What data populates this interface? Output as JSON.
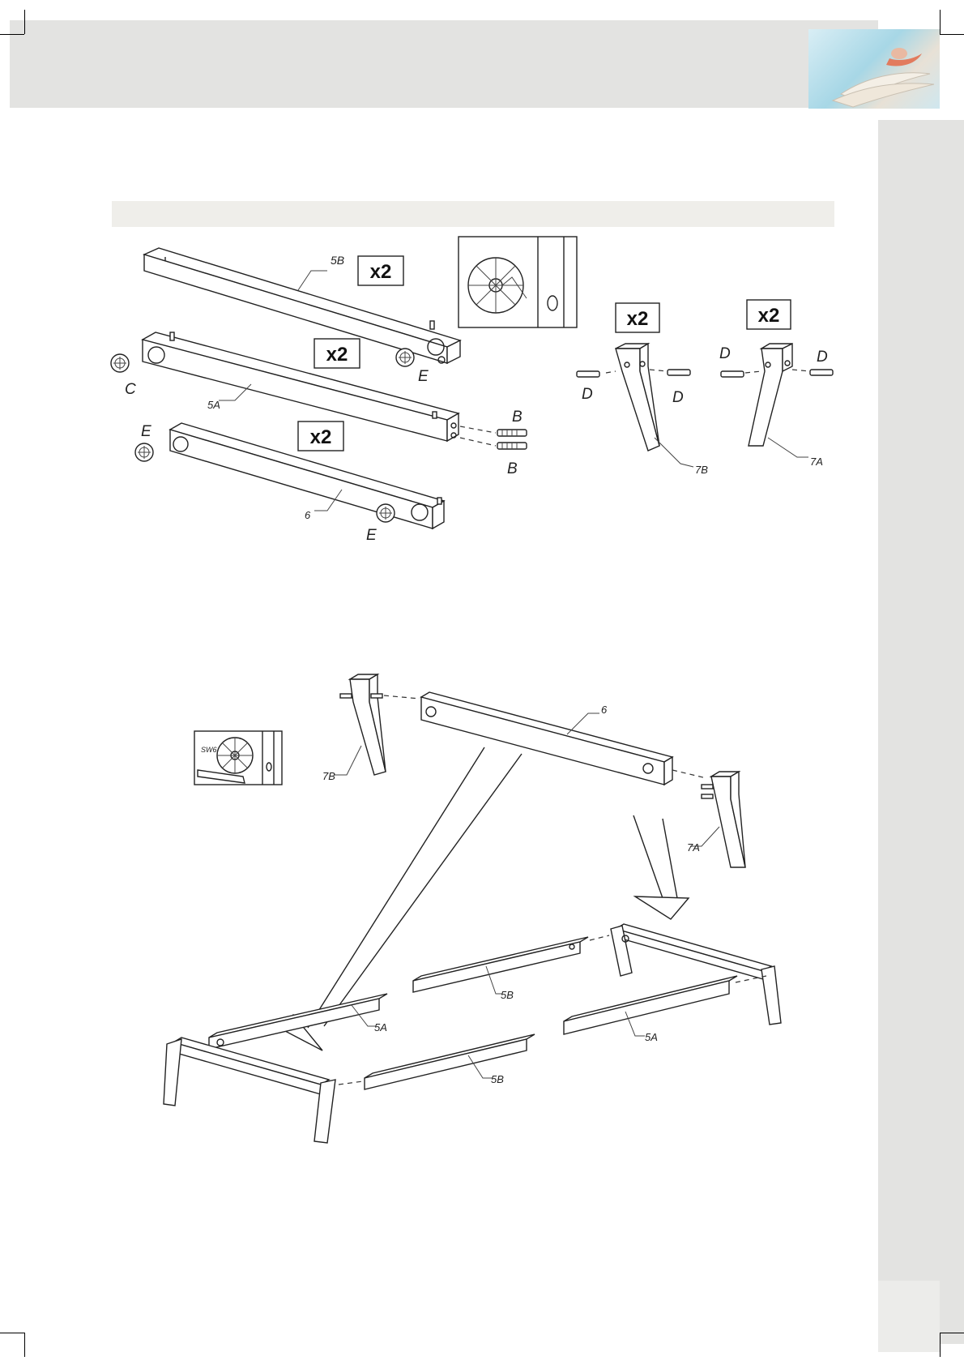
{
  "header": {
    "logo_icon": "mattress-logo-icon"
  },
  "colors": {
    "band": "#e3e3e1",
    "section_bar": "#efeeea",
    "line": "#222222"
  },
  "step1": {
    "quantities": [
      "x2",
      "x2",
      "x2",
      "x2",
      "x2"
    ],
    "labels": {
      "rail_5b": "5B",
      "rail_5a": "5A",
      "rail_6": "6",
      "bolt_b1": "B",
      "bolt_b2": "B",
      "cam_c": "C",
      "cam_e1": "E",
      "cam_e2": "E",
      "cam_e3": "E",
      "dowel_d1": "D",
      "dowel_d2": "D",
      "dowel_d3": "D",
      "dowel_d4": "D",
      "leg_7b": "7B",
      "leg_7a": "7A"
    }
  },
  "step2": {
    "labels": {
      "rail_6": "6",
      "leg_7b": "7B",
      "leg_7a": "7A",
      "rail_5a_left": "5A",
      "rail_5b_mid": "5B",
      "rail_5b_front": "5B",
      "rail_5a_right": "5A",
      "tool": "SW6"
    }
  }
}
